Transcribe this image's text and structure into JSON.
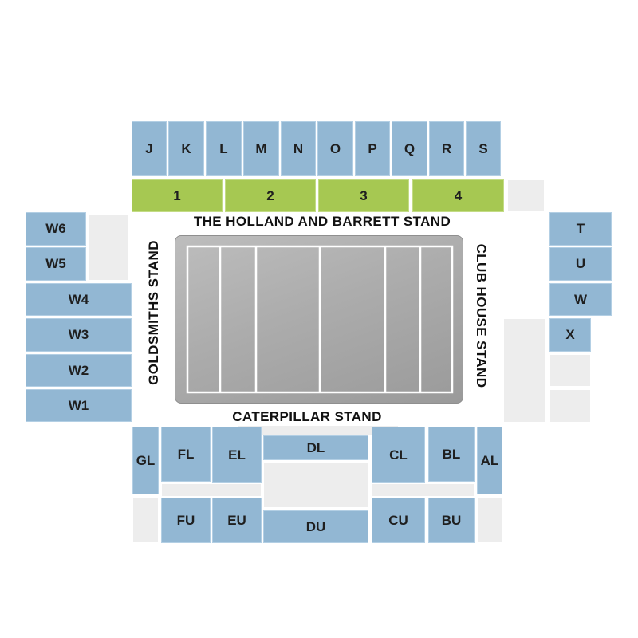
{
  "stands": {
    "north": "THE HOLLAND AND BARRETT STAND",
    "south": "CATERPILLAR STAND",
    "west": "GOLDSMITHS STAND",
    "east": "CLUB HOUSE STAND"
  },
  "sections": {
    "top": [
      "J",
      "K",
      "L",
      "M",
      "N",
      "O",
      "P",
      "Q",
      "R",
      "S"
    ],
    "green": [
      "1",
      "2",
      "3",
      "4"
    ],
    "west_upper": [
      "W6",
      "W5"
    ],
    "west": [
      "W4",
      "W3",
      "W2",
      "W1"
    ],
    "east": [
      "T",
      "U",
      "W",
      "X"
    ],
    "south_lower": [
      "GL",
      "FL",
      "EL",
      "DL",
      "CL",
      "BL",
      "AL"
    ],
    "south_upper": [
      "FU",
      "EU",
      "DU",
      "CU",
      "BU"
    ]
  },
  "colors": {
    "section": "#92b7d3",
    "premium": "#a6c852",
    "unavailable": "#ededed",
    "pitch": "#acacac"
  }
}
